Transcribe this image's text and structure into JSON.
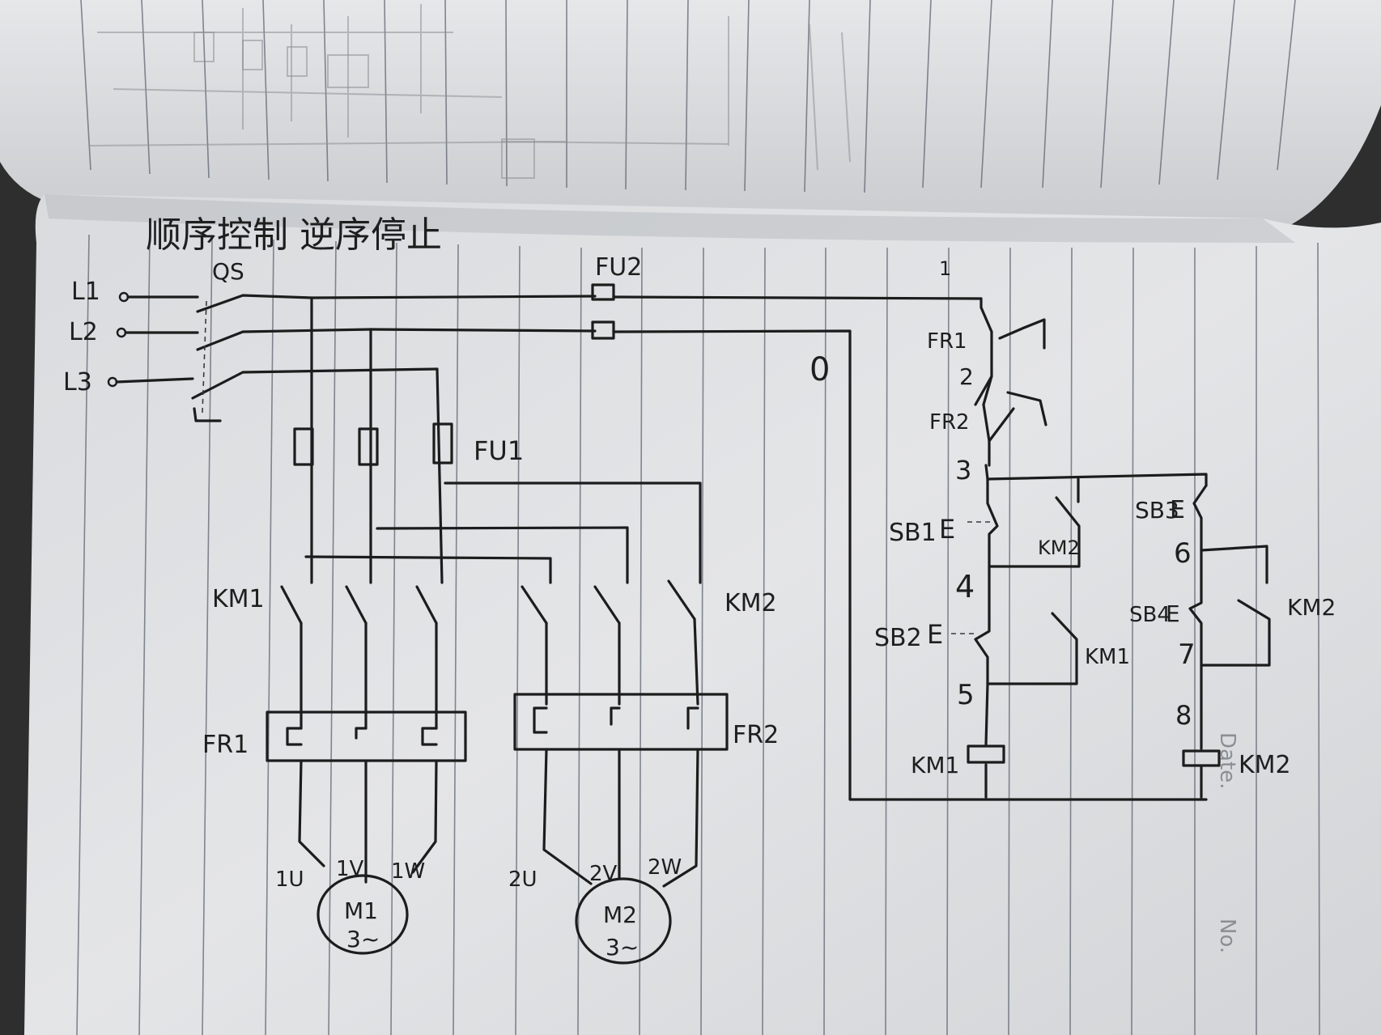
{
  "diagram": {
    "title": "顺序控制 逆序停止",
    "power_lines": [
      "L1",
      "L2",
      "L3"
    ],
    "main_switch": "QS",
    "fuses": {
      "main": "FU1",
      "control": "FU2"
    },
    "contactors": {
      "km1": "KM1",
      "km2": "KM2"
    },
    "overloads": {
      "fr1": "FR1",
      "fr2": "FR2"
    },
    "motors": [
      {
        "name": "M1",
        "phase": "3~",
        "terminals": [
          "1U",
          "1V",
          "1W"
        ]
      },
      {
        "name": "M2",
        "phase": "3~",
        "terminals": [
          "2U",
          "2V",
          "2W"
        ]
      }
    ],
    "control_circuit": {
      "nodes": [
        "0",
        "1",
        "2",
        "3",
        "4",
        "5",
        "6",
        "7",
        "8"
      ],
      "buttons": [
        "SB1",
        "SB2",
        "SB3",
        "SB4"
      ],
      "button_mark": "E",
      "overload_contacts": [
        "FR1",
        "FR2"
      ],
      "aux_contacts": [
        "KM2",
        "KM1",
        "KM2"
      ],
      "coils": [
        "KM1",
        "KM2"
      ]
    }
  },
  "notebook": {
    "date_label": "Date.",
    "no_label": "No."
  }
}
